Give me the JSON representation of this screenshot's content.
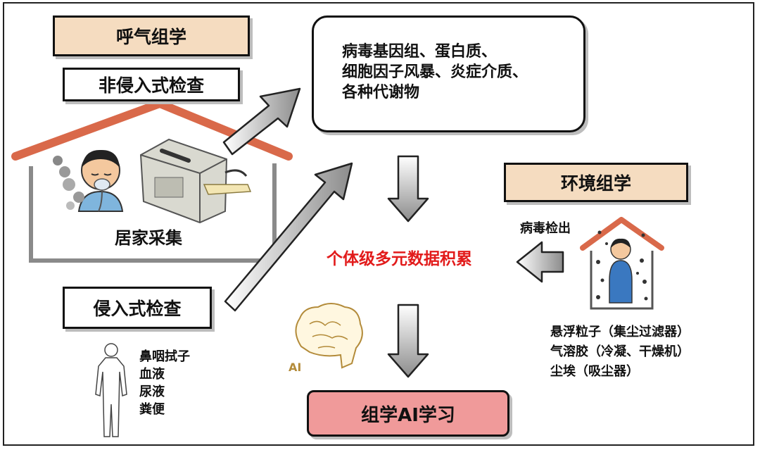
{
  "breathomics": "呼气组学",
  "noninvasive": "非侵入式检查",
  "home_collection": "居家采集",
  "biomarkers": [
    "病毒基因组、蛋白质、",
    "细胞因子风暴、炎症介质、",
    "各种代谢物"
  ],
  "environmental": "环境组学",
  "virus_detection": "病毒检出",
  "accumulation": "个体级多元数据积累",
  "invasive": "侵入式检查",
  "samples": [
    "鼻咽拭子",
    "血液",
    "尿液",
    "粪便"
  ],
  "env_samples": [
    "悬浮粒子（集尘过滤器）",
    "气溶胶（冷凝、干燥机）",
    "尘埃（吸尘器）"
  ],
  "ai_label": "AI",
  "omics_ai": "组学AI学习",
  "colors": {
    "tan": "#f5dcc0",
    "pink": "#f09a9a",
    "red_text": "#e21b1b",
    "house_roof": "#d9694a"
  }
}
